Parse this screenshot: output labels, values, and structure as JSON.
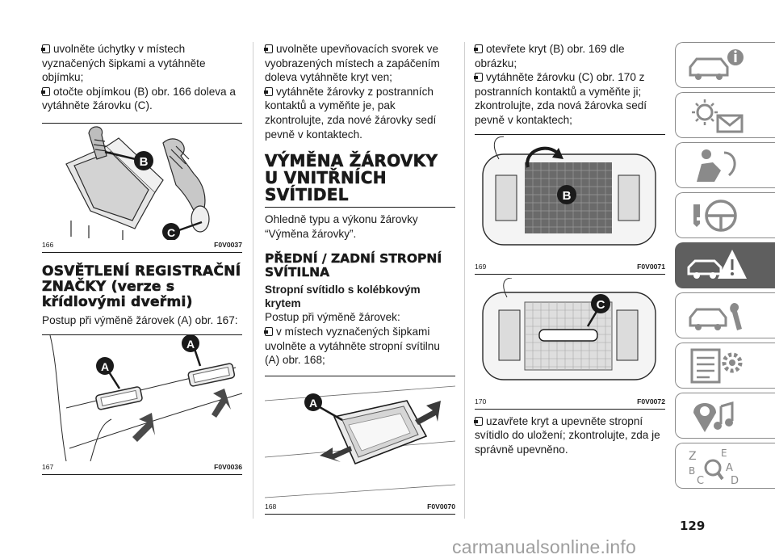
{
  "col1": {
    "p1": "uvolněte úchytky v místech vyznačených šipkami a vytáhněte objímku;",
    "p2": "otočte objímkou (B) obr. 166 doleva a vytáhněte žárovku (C).",
    "fig166": {
      "number": "166",
      "code": "F0V0037",
      "label_b": "B",
      "label_c": "C"
    },
    "heading": "OSVĚTLENÍ REGISTRAČNÍ ZNAČKY (verze s křídlovými dveřmi)",
    "p3": "Postup při výměně žárovek (A) obr. 167:",
    "fig167": {
      "number": "167",
      "code": "F0V0036",
      "label_a1": "A",
      "label_a2": "A"
    }
  },
  "col2": {
    "p1": "uvolněte upevňovacích svorek ve vyobrazených místech a zapáčením doleva vytáhněte kryt ven;",
    "p2": "vytáhněte žárovky z postranních kontaktů a vyměňte je, pak zkontrolujte, zda nové žárovky sedí pevně v kontaktech.",
    "heading_big": "VÝMĚNA ŽÁROVKY U VNITŘNÍCH SVÍTIDEL",
    "p3": "Ohledně typu a výkonu žárovky “Výměna žárovky”.",
    "heading_mid": "PŘEDNÍ / ZADNÍ STROPNÍ SVÍTILNA",
    "subhead": "Stropní svítidlo s kolébkovým krytem",
    "p4": "Postup při výměně žárovek:",
    "p5": "v místech vyznačených šipkami uvolněte a vytáhněte stropní svítilnu (A) obr. 168;",
    "fig168": {
      "number": "168",
      "code": "F0V0070",
      "label_a": "A"
    }
  },
  "col3": {
    "p1": "otevřete kryt (B) obr. 169 dle obrázku;",
    "p2": "vytáhněte žárovku (C) obr. 170 z postranních kontaktů a vyměňte ji; zkontrolujte, zda nová žárovka sedí pevně v kontaktech;",
    "fig169": {
      "number": "169",
      "code": "F0V0071",
      "label_b": "B"
    },
    "fig170": {
      "number": "170",
      "code": "F0V0072",
      "label_c": "C"
    },
    "p3": "uzavřete kryt a upevněte stropní svítidlo do uložení; zkontrolujte, zda je správně upevněno."
  },
  "sidebar": {
    "tabs": [
      {
        "icon": "car-info-icon",
        "active": false
      },
      {
        "icon": "lights-message-icon",
        "active": false
      },
      {
        "icon": "safety-airbag-icon",
        "active": false
      },
      {
        "icon": "key-steering-wheel-icon",
        "active": false
      },
      {
        "icon": "emergency-warning-icon",
        "active": true
      },
      {
        "icon": "car-maintenance-icon",
        "active": false
      },
      {
        "icon": "specifications-icon",
        "active": false
      },
      {
        "icon": "multimedia-icon",
        "active": false
      },
      {
        "icon": "index-icon",
        "active": false
      }
    ],
    "active_color": "#5f5f5f"
  },
  "page_number": "129",
  "watermark": "carmanualsonline.info"
}
